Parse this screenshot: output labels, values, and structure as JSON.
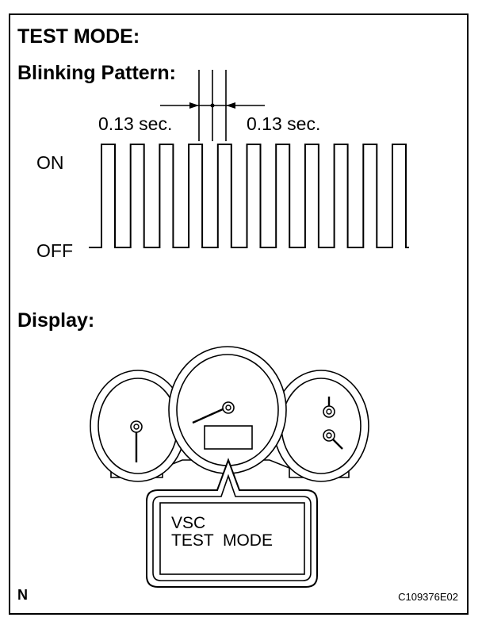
{
  "title": "TEST MODE:",
  "blinking": {
    "heading": "Blinking Pattern:",
    "on_label": "ON",
    "off_label": "OFF",
    "interval_left": "0.13 sec.",
    "interval_right": "0.13 sec.",
    "pulse_count": 11
  },
  "display": {
    "heading": "Display:",
    "lcd_line1": "VSC",
    "lcd_line2": "TEST  MODE"
  },
  "footer": {
    "left_mark": "N",
    "figure_code": "C109376E02"
  }
}
